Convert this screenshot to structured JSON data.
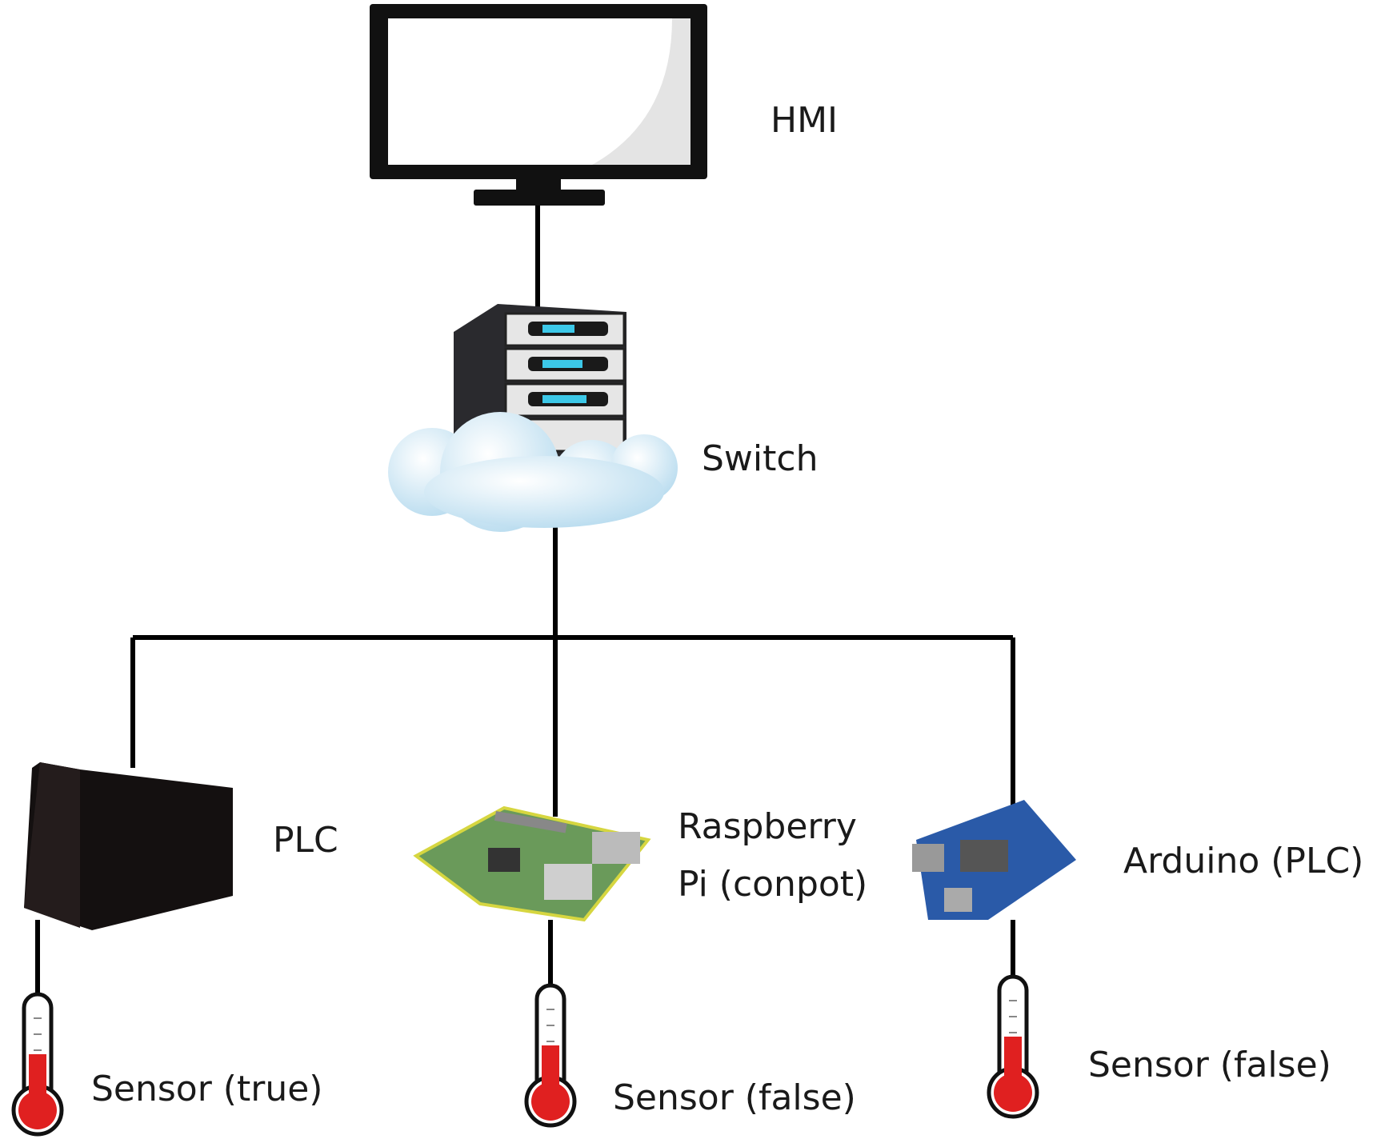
{
  "nodes": {
    "hmi": {
      "label": "HMI",
      "icon": "monitor-icon"
    },
    "switch": {
      "label": "Switch",
      "icon": "server-cloud-icon"
    },
    "plc": {
      "label": "PLC",
      "icon": "plc-device-icon"
    },
    "raspberry": {
      "label_line1": "Raspberry",
      "label_line2": "Pi (conpot)",
      "icon": "raspberry-pi-board-icon"
    },
    "arduino": {
      "label": "Arduino (PLC)",
      "icon": "arduino-board-icon"
    }
  },
  "sensors": [
    {
      "label": "Sensor (true)",
      "icon": "thermometer-icon"
    },
    {
      "label": "Sensor (false)",
      "icon": "thermometer-icon"
    },
    {
      "label": "Sensor (false)",
      "icon": "thermometer-icon"
    }
  ],
  "colors": {
    "line": "#000000",
    "thermo_red": "#e02020",
    "cloud": "#d6ecf7",
    "board_green": "#6a9a5a",
    "board_blue": "#2a5aa8"
  }
}
